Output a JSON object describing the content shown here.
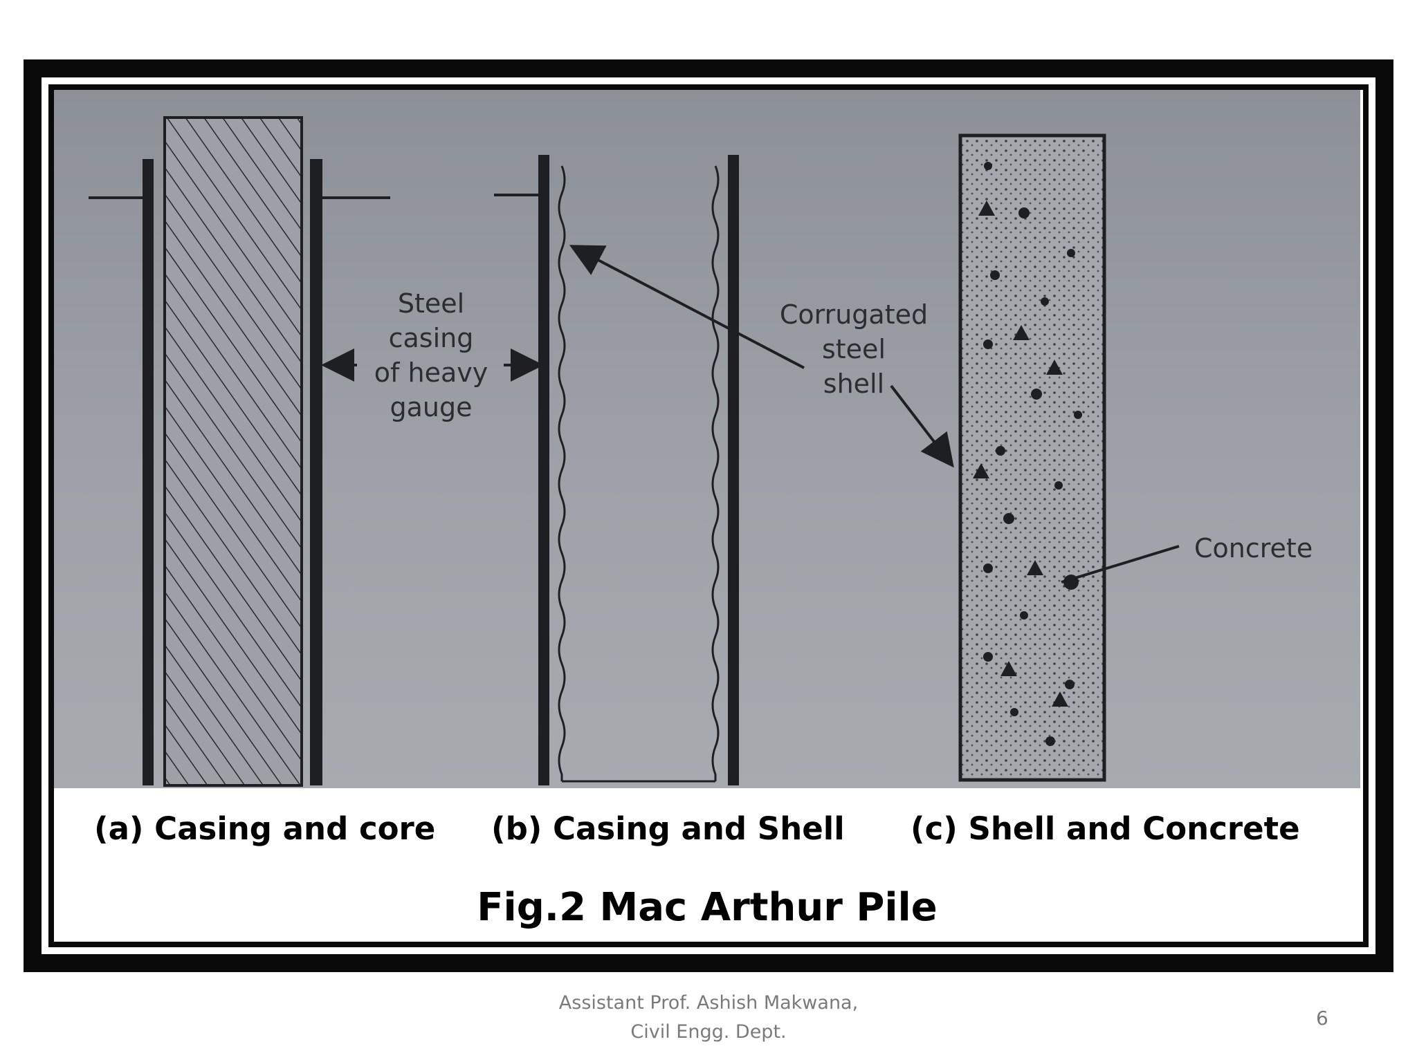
{
  "figure": {
    "labels": {
      "steel_casing": [
        "Steel",
        "casing",
        "of heavy",
        "gauge"
      ],
      "corrugated_shell": [
        "Corrugated",
        "steel",
        "shell"
      ],
      "concrete": "Concrete"
    },
    "captions": {
      "a": "(a) Casing and core",
      "b": "(b) Casing and Shell",
      "c": "(c) Shell and Concrete"
    },
    "title": "Fig.2 Mac Arthur Pile"
  },
  "footer": {
    "author_line1": "Assistant Prof. Ashish Makwana,",
    "author_line2": "Civil Engg. Dept.",
    "page_number": "6"
  },
  "colors": {
    "frame": "#0a0a0a",
    "photo_background": "#9ea2a8",
    "ink": "#1e1f22"
  }
}
